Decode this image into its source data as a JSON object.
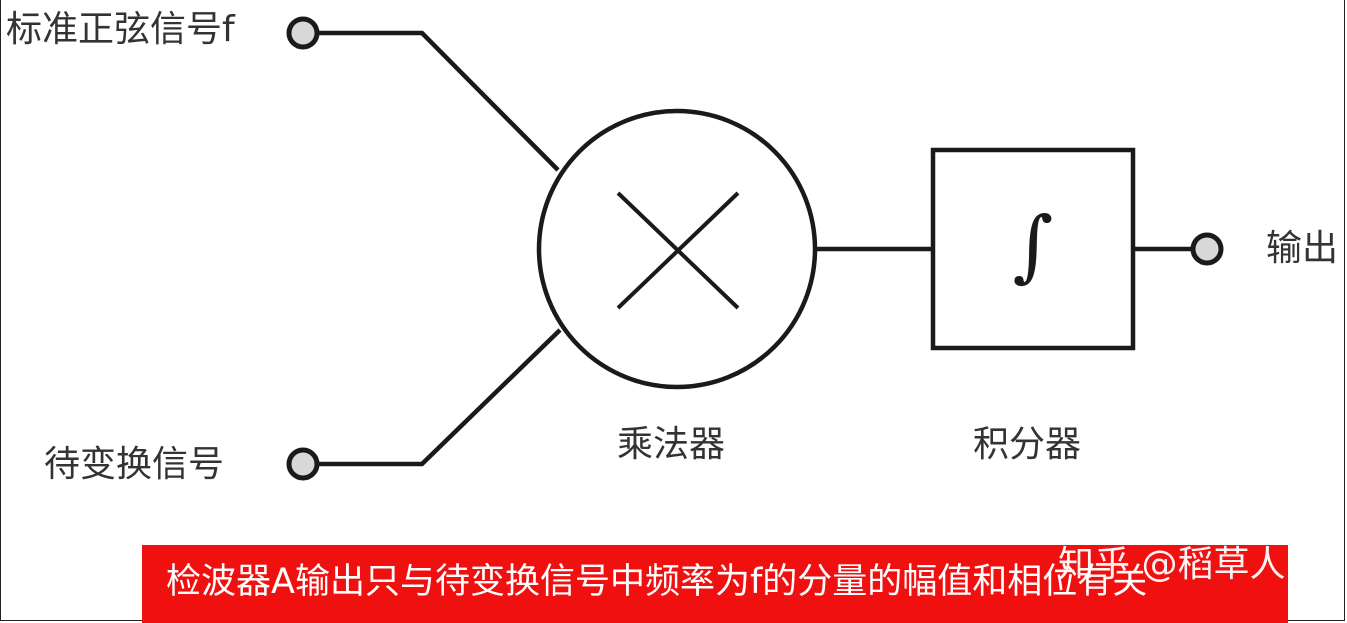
{
  "labels": {
    "input_reference": "标准正弦信号f",
    "input_signal": "待变换信号",
    "multiplier": "乘法器",
    "integrator": "积分器",
    "output": "输出",
    "integral_symbol": "∫"
  },
  "banner": {
    "text": "检波器A输出只与待变换信号中频率为f的分量的幅值和相位有关",
    "color": "#f01010"
  },
  "watermark": "知乎 @稻草人",
  "colors": {
    "line": "#1a1a1a",
    "text": "#333333",
    "terminal_fill": "#d8d8d8"
  }
}
